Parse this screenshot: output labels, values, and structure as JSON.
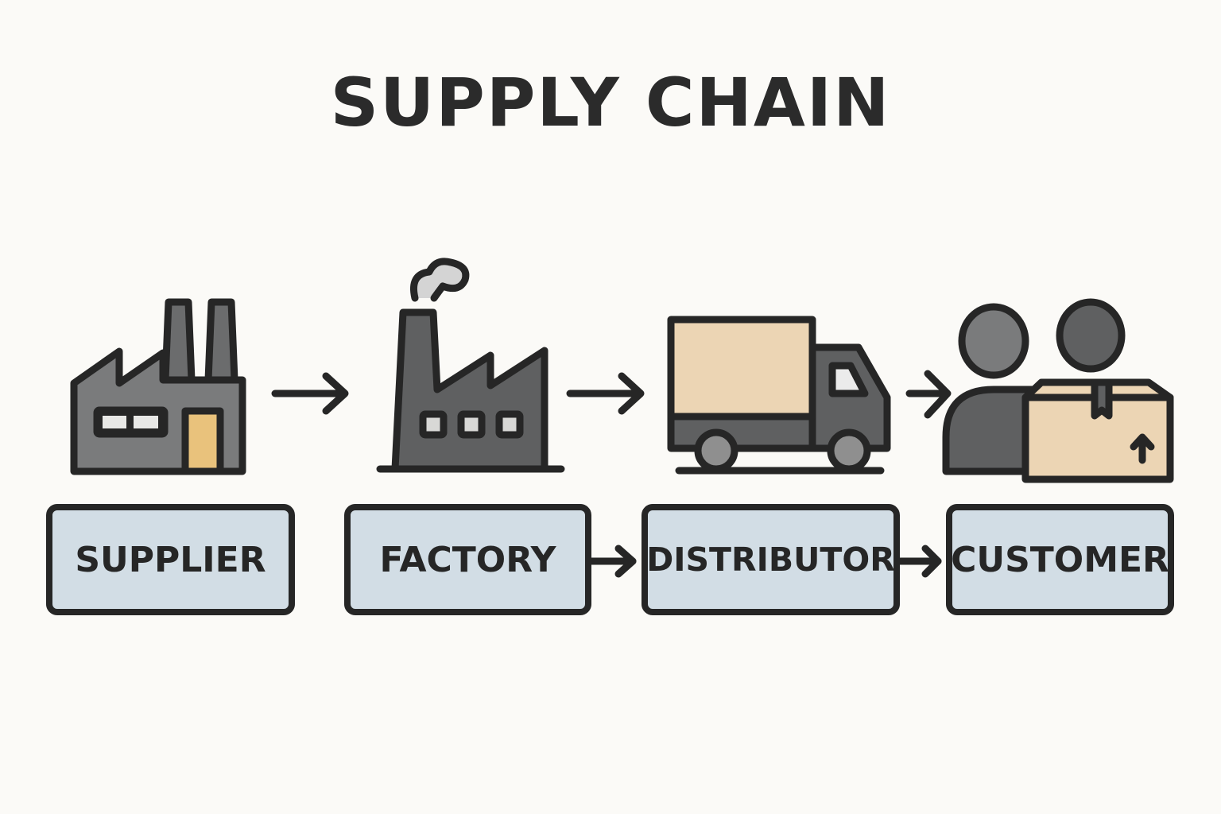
{
  "title": "SUPPLY CHAIN",
  "stages": [
    {
      "label": "SUPPLIER",
      "icon": "warehouse-icon"
    },
    {
      "label": "FACTORY",
      "icon": "factory-icon"
    },
    {
      "label": "DISTRIBUTOR",
      "icon": "truck-icon"
    },
    {
      "label": "CUSTOMER",
      "icon": "customers-with-box-icon"
    }
  ],
  "colors": {
    "outline": "#262626",
    "dark_gray": "#5f6061",
    "mid_gray": "#7a7b7c",
    "beige": "#ecd5b4",
    "door_yellow": "#e9c27c",
    "label_fill": "#d2dde5",
    "background": "#fbfaf7"
  }
}
